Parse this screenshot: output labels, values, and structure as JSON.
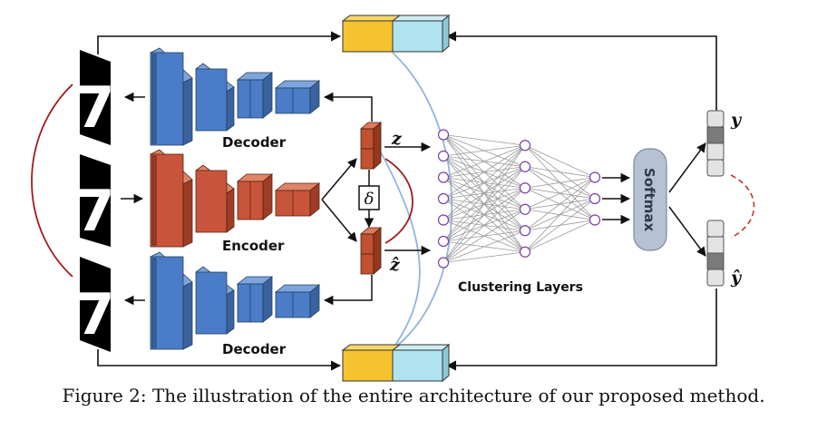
{
  "labels": {
    "decoder_top": "Decoder",
    "encoder": "Encoder",
    "decoder_bottom": "Decoder",
    "z": "z",
    "z_hat": "ẑ",
    "delta": "δ",
    "clustering": "Clustering Layers",
    "softmax": "Softmax",
    "y": "y",
    "y_hat": "ŷ",
    "digit_glyph": "7"
  },
  "caption": "Figure 2: The illustration of the entire architecture of our proposed method.",
  "colors": {
    "blue": "#4a7cc7",
    "orange_red": "#c8553b",
    "latent": "#c0522f",
    "yellow": "#f5c330",
    "cyan": "#aee3ef",
    "dark_red": "#a01c1c",
    "curve_blue": "#8fb5de",
    "softmax": "#b6c2d4"
  },
  "network": {
    "layer_sizes": [
      7,
      6,
      3
    ]
  }
}
